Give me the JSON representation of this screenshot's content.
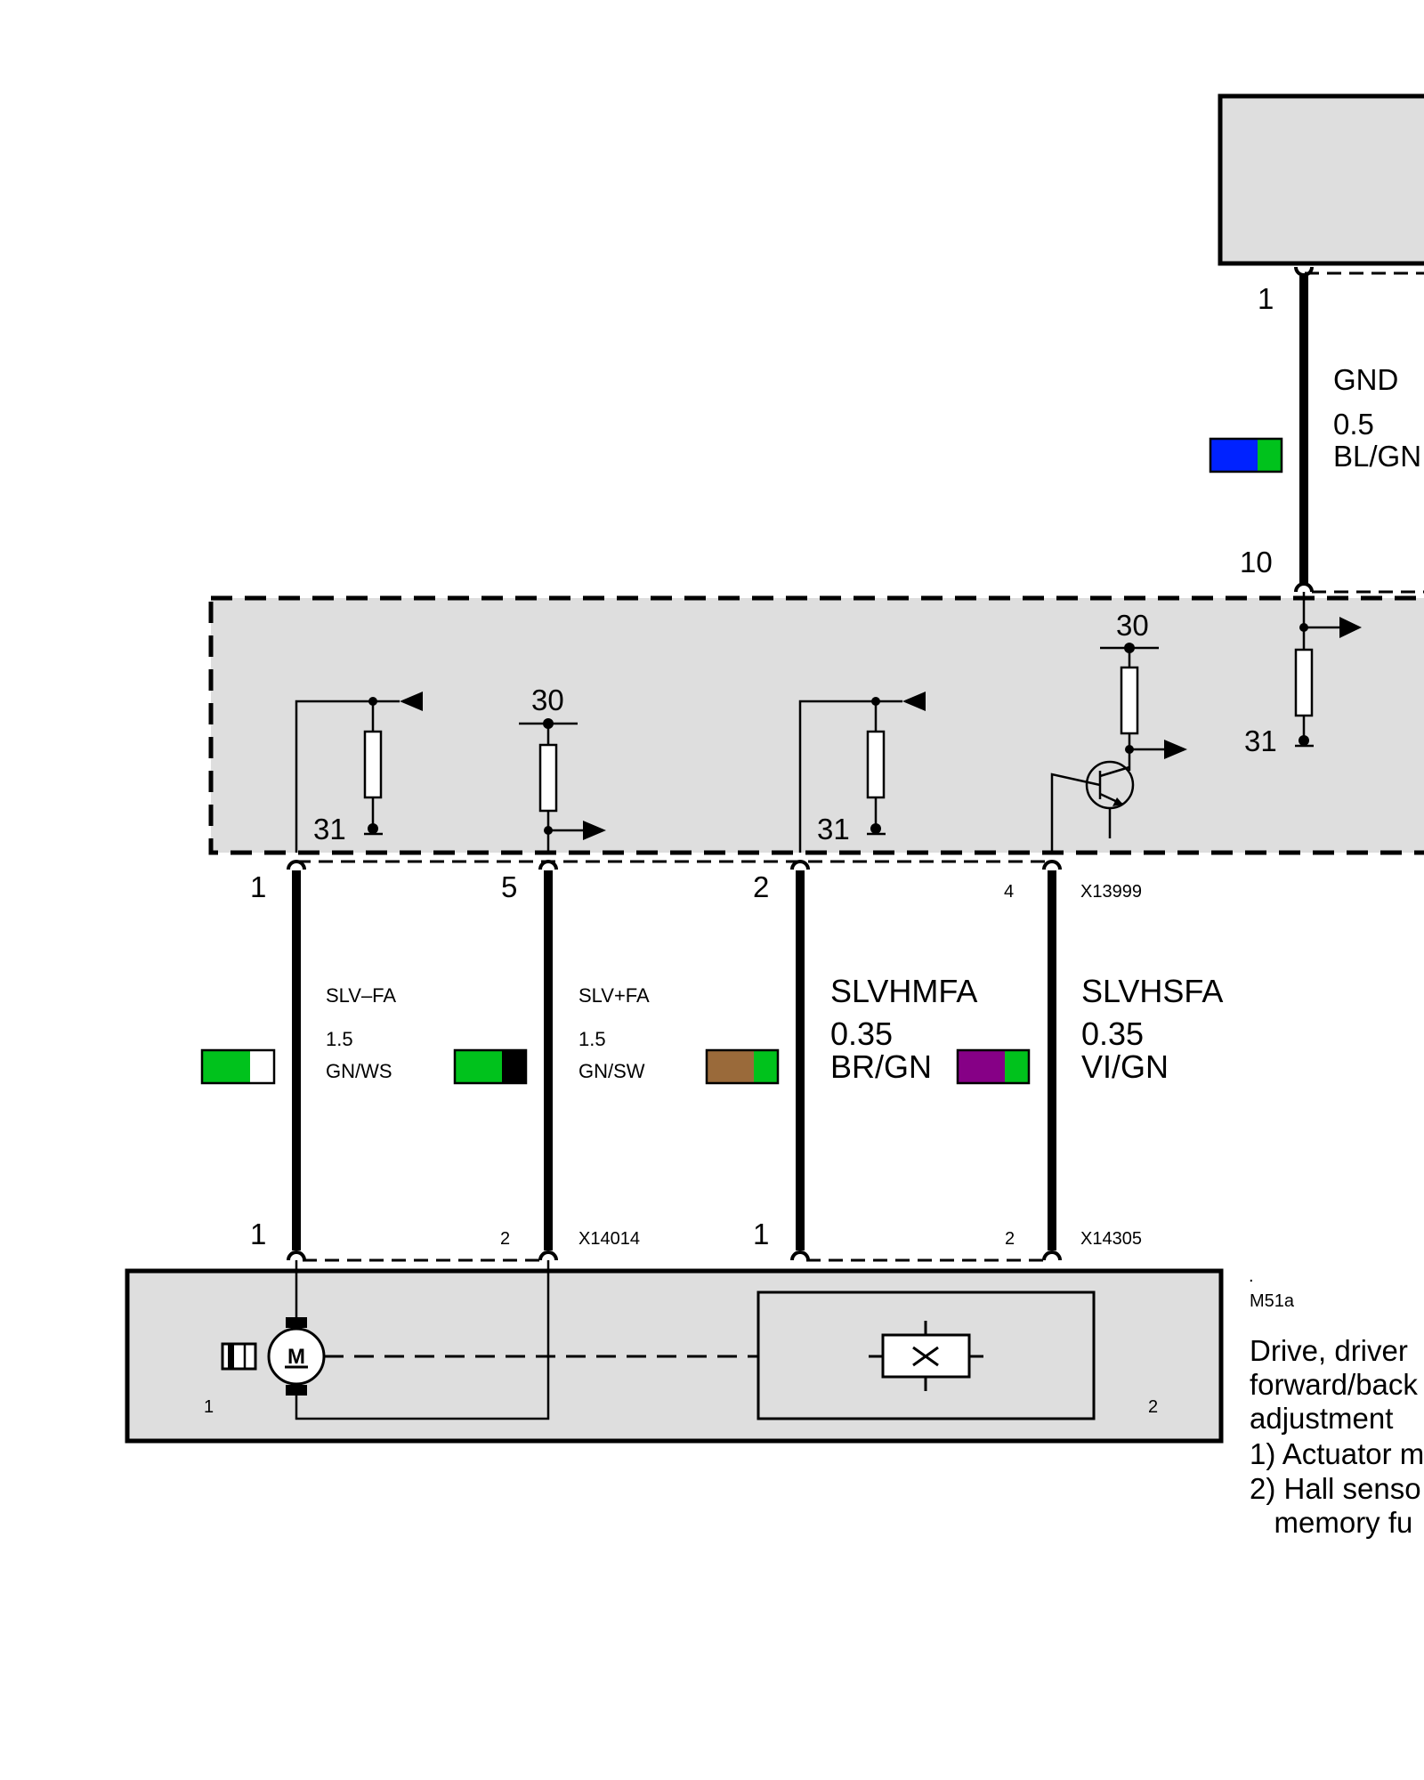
{
  "control_unit": {
    "pin_top": "1",
    "pin_bottom": "10",
    "signal": "GND",
    "gauge": "0.5",
    "color_code": "BL/GN",
    "swatch": [
      "#0022ff",
      "#00c21c"
    ],
    "supply_label": "30",
    "ground_label": "31"
  },
  "module": {
    "supply_labels": [
      "30",
      "30"
    ],
    "ground_labels": [
      "31",
      "31"
    ]
  },
  "wires": [
    {
      "pin_top": "1",
      "pin_bottom": "1",
      "signal": "SLV–FA",
      "gauge": "1.5",
      "color_code": "GN/WS",
      "swatch": [
        "#00c21c",
        "#ffffff"
      ]
    },
    {
      "pin_top": "5",
      "pin_bottom": "2",
      "signal": "SLV+FA",
      "gauge": "1.5",
      "color_code": "GN/SW",
      "swatch": [
        "#00c21c",
        "#000000"
      ]
    },
    {
      "pin_top": "2",
      "pin_bottom": "1",
      "signal": "SLVHMFA",
      "gauge": "0.35",
      "color_code": "BR/GN",
      "swatch": [
        "#9a6a3a",
        "#00c21c"
      ]
    },
    {
      "pin_top": "4",
      "pin_bottom": "2",
      "signal": "SLVHSFA",
      "gauge": "0.35",
      "color_code": "VI/GN",
      "swatch": [
        "#860086",
        "#00c21c"
      ]
    }
  ],
  "connectors": {
    "module_connector": "X13999",
    "motor_connector": "X14014",
    "hall_connector": "X14305"
  },
  "component": {
    "id": "M51a",
    "dot": ".",
    "motor_symbol": "M",
    "sub1": "1",
    "sub2": "2",
    "description": [
      "Drive, driver",
      "forward/back",
      "adjustment"
    ],
    "notes": [
      "1) Actuator m",
      "2) Hall senso",
      "   memory fu"
    ]
  }
}
